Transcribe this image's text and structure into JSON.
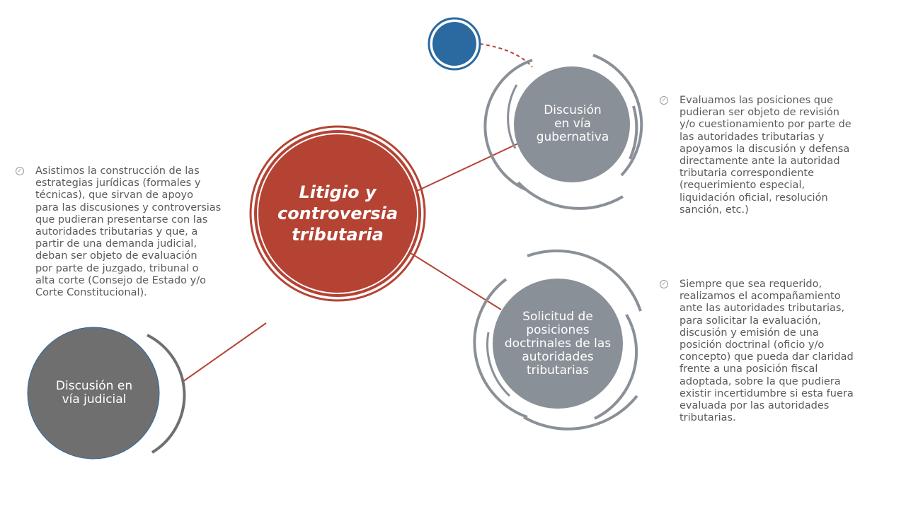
{
  "center": {
    "label": "Litigio y\ncontroversia\ntributaria",
    "color": "#b54334"
  },
  "nodes": {
    "gubernativa": {
      "label": "Discusión\nen vía\ngubernativa",
      "color": "#8a9097"
    },
    "doctrinales": {
      "label": "Solicitud de\nposiciones\ndoctrinales de las\nautoridades\ntributarias",
      "color": "#8a9097"
    },
    "judicial": {
      "label": "Discusión en\nvía judicial",
      "color": "#6f6f6f"
    }
  },
  "descriptions": {
    "judicial": "Asistimos la construcción de las\nestrategias jurídicas (formales y\ntécnicas), que sirvan de apoyo\npara las discusiones y controversias\nque pudieran presentarse con las\nautoridades tributarias y que, a\npartir de una demanda judicial,\ndeban ser objeto de evaluación\npor parte de juzgado, tribunal o\nalta corte (Consejo de Estado y/o\nCorte Constitucional).",
    "gubernativa": "Evaluamos las posiciones que\npudieran ser objeto de revisión\ny/o cuestionamiento por parte de\nlas autoridades tributarias y\napoyamos la discusión y defensa\ndirectamente ante la autoridad\ntributaria correspondiente\n(requerimiento especial,\nliquidación oficial, resolución\nsanción, etc.)",
    "doctrinales": "Siempre que sea requerido,\nrealizamos el acompañamiento\nante las autoridades tributarias,\npara solicitar la evaluación,\ndiscusión y emisión de una\nposición doctrinal (oficio y/o\nconcepto) que pueda dar claridad\nfrente a una posición fiscal\nadoptada, sobre la que pudiera\nexistir incertidumbre si esta fuera\nevaluada por las autoridades\ntributarias."
  },
  "colors": {
    "connector": "#b54334",
    "ring": "#8a9097",
    "accent_dot": "#2a6aa0",
    "text": "#5a5a5a"
  }
}
